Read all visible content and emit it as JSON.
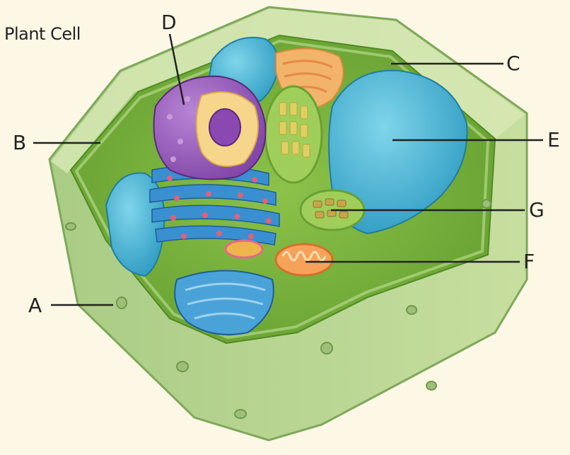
{
  "title": "Plant Cell",
  "labels": {
    "a": "A",
    "b": "B",
    "c": "C",
    "d": "D",
    "e": "E",
    "f": "F",
    "g": "G"
  }
}
